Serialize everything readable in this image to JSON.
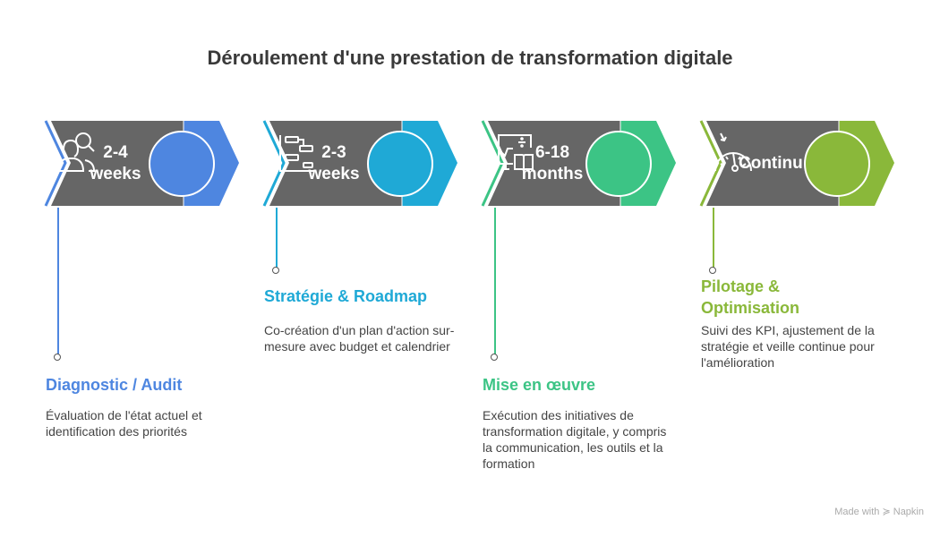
{
  "title": "Déroulement d'une prestation de transformation digitale",
  "steps": [
    {
      "duration_line1": "2-4",
      "duration_line2": "weeks",
      "heading": "Diagnostic / Audit",
      "description": "Évaluation de l'état actuel et identification des priorités",
      "color": "#4e86e0",
      "icon": "user-search-icon"
    },
    {
      "duration_line1": "2-3",
      "duration_line2": "weeks",
      "heading": "Stratégie & Roadmap",
      "description": "Co-création d'un plan d'action sur-mesure avec budget et calendrier",
      "color": "#1fa9d6",
      "icon": "gantt-chart-icon"
    },
    {
      "duration_line1": "6-18",
      "duration_line2": "months",
      "heading": "Mise en œuvre",
      "description": "Exécution des initiatives de transformation digitale, y compris la communication, les outils et la formation",
      "color": "#3cc485",
      "icon": "training-icon"
    },
    {
      "duration_line1": "Continu",
      "heading_line1": "Pilotage &",
      "heading_line2": "Optimisation",
      "description": "Suivi des KPI, ajustement de la stratégie et veille continue pour l'amélioration",
      "color": "#8ab83a",
      "icon": "gauge-icon"
    }
  ],
  "footer": {
    "made_with": "Made with",
    "brand": "Napkin"
  }
}
